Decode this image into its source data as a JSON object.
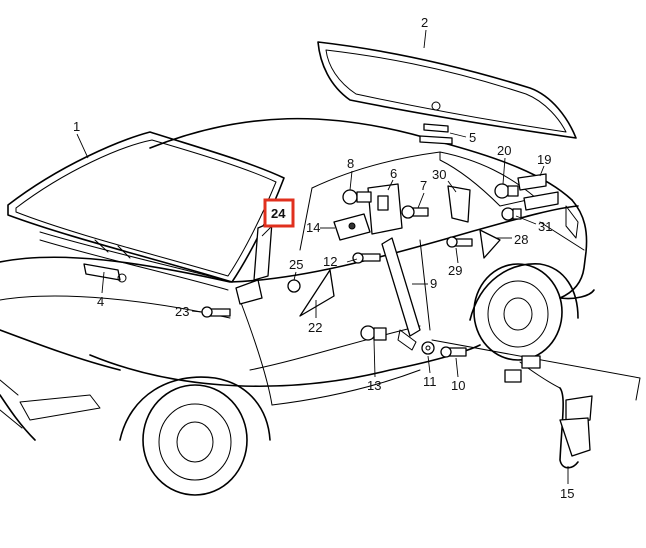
{
  "labels": {
    "p1": "1",
    "p2": "2",
    "p4": "4",
    "p5": "5",
    "p6": "6",
    "p7": "7",
    "p8": "8",
    "p9": "9",
    "p10": "10",
    "p11": "11",
    "p12": "12",
    "p13": "13",
    "p14": "14",
    "p15": "15",
    "p19": "19",
    "p20": "20",
    "p22": "22",
    "p23": "23",
    "p24": "24",
    "p25": "25",
    "p28": "28",
    "p29": "29",
    "p30": "30",
    "p31": "31"
  },
  "highlight": {
    "label": "24",
    "color": "#e0301e"
  }
}
